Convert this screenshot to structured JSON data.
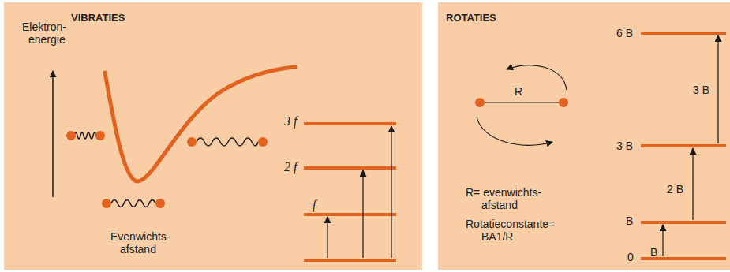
{
  "diagram": {
    "nodes": [
      {
        "text": [
          "VIBRATIES"
        ]
      },
      {
        "text": [
          "ROTATIES"
        ]
      }
    ],
    "labels": [
      "Elektron- energie",
      "Evenwichts- afstand",
      "3 f",
      "2 f",
      "f",
      "R",
      "R= evenwichts- afstand",
      "Rotatieconstante= BA1/R",
      "6 B",
      "3 B",
      "3 B",
      "2 B",
      "B",
      "B",
      "0"
    ]
  }
}
